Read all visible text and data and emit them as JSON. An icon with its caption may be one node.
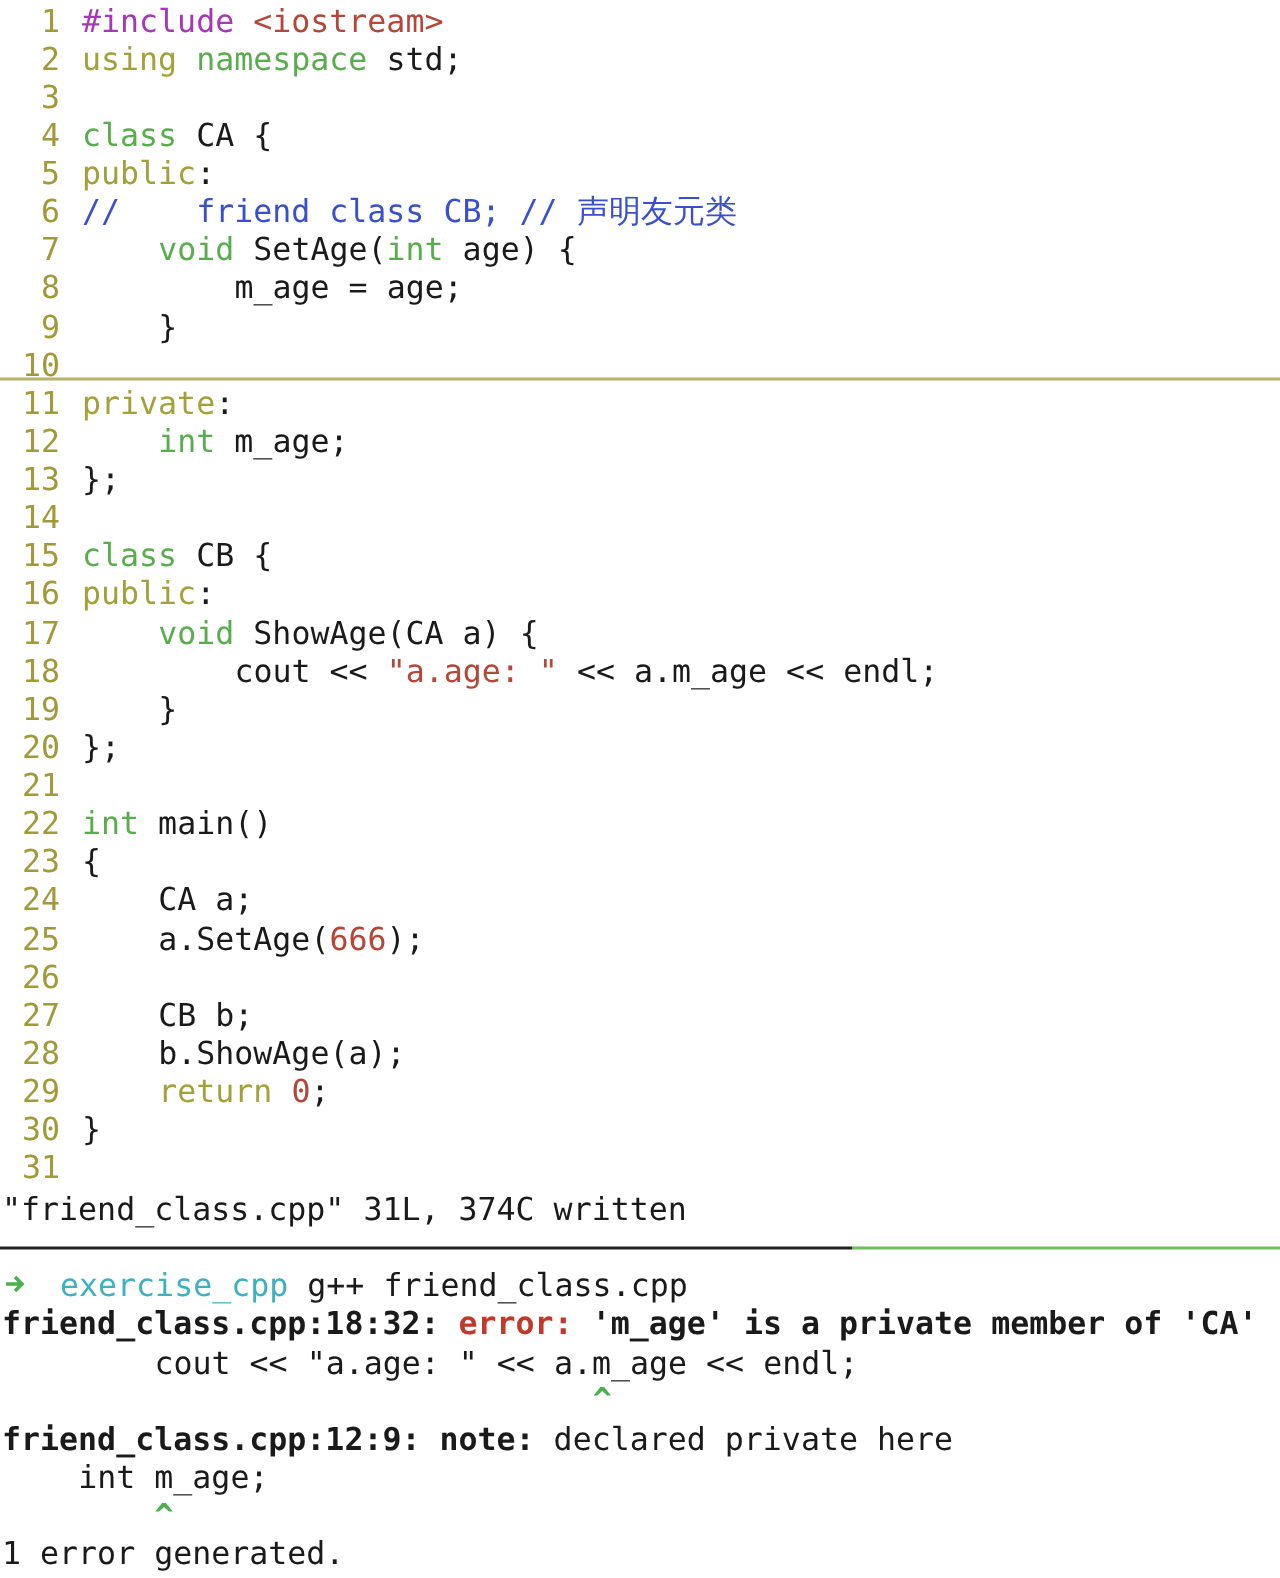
{
  "diagram": {
    "labels": [
      "1",
      "#include <iostream>",
      "2",
      "using namespace std;",
      "3",
      "4",
      "class CA {",
      "5",
      "public:",
      "6",
      "//    friend class CB; // 声明友元类",
      "7",
      "void SetAge(int age) {",
      "8",
      "m_age = age;",
      "9",
      "}",
      "10",
      "11",
      "private:",
      "12",
      "int m_age;",
      "13",
      "};",
      "14",
      "15",
      "class CB {",
      "16",
      "public:",
      "17",
      "void ShowAge(CA a) {",
      "18",
      "cout << \"a.age: \" << a.m_age << endl;",
      "19",
      "}",
      "20",
      "};",
      "21",
      "22",
      "int main()",
      "23",
      "{",
      "24",
      "CA a;",
      "25",
      "a.SetAge(666);",
      "26",
      "27",
      "CB b;",
      "28",
      "b.ShowAge(a);",
      "29",
      "return 0;",
      "30",
      "}",
      "31",
      "\"friend_class.cpp\" 31L, 374C written",
      "exercise_cpp g++ friend_class.cpp",
      "friend_class.cpp:18:32: error: 'm_age' is a private member of 'CA'",
      "cout << \"a.age: \" << a.m_age << endl;",
      "^",
      "friend_class.cpp:12:9: note: declared private here",
      "int m_age;",
      "^",
      "1 error generated."
    ]
  }
}
